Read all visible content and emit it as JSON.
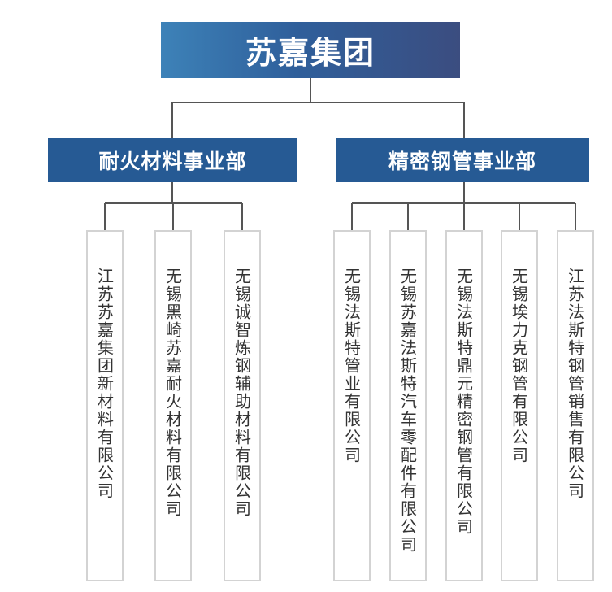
{
  "root": {
    "label": "苏嘉集团"
  },
  "divisions": [
    {
      "label": "耐火材料事业部",
      "companies": [
        "江苏苏嘉集团新材料有限公司",
        "无锡黑崎苏嘉耐火材料有限公司",
        "无锡诚智炼钢辅助材料有限公司"
      ]
    },
    {
      "label": "精密钢管事业部",
      "companies": [
        "无锡法斯特管业有限公司",
        "无锡苏嘉法斯特汽车零配件有限公司",
        "无锡法斯特鼎元精密钢管有限公司",
        "无锡埃力克钢管有限公司",
        "江苏法斯特钢管销售有限公司"
      ]
    }
  ],
  "colors": {
    "root_gradient_start": "#3d82b8",
    "root_gradient_end": "#3b4d80",
    "division_fill": "#265a94",
    "box_border": "#d3d3d3",
    "connector": "#555555"
  }
}
